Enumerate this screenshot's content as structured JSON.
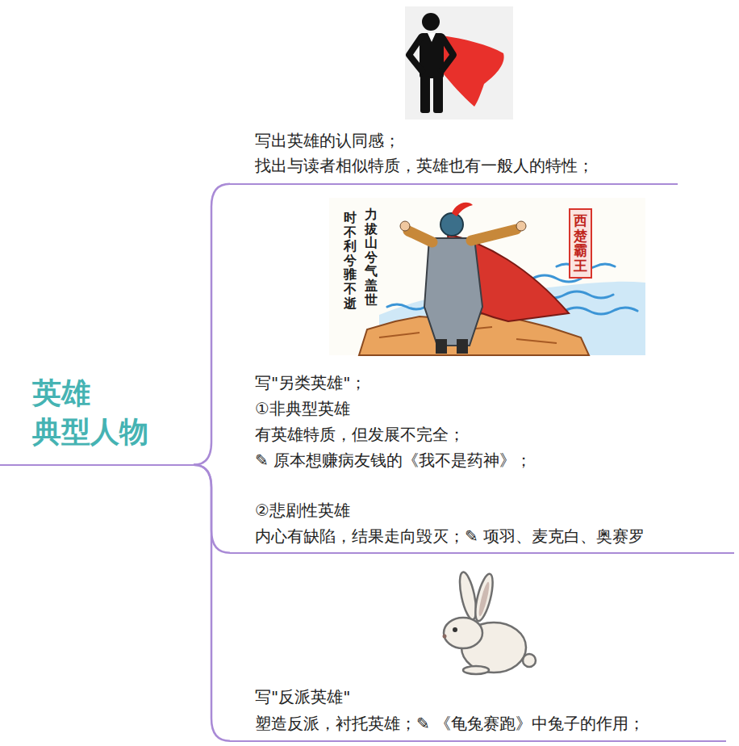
{
  "diagram": {
    "nodes": [
      {
        "text": [
          "英雄 典型人物"
        ]
      },
      {
        "text": [
          "写出英雄的认同感；",
          "找出与读者相似特质，英雄也有一般人的特性；"
        ]
      },
      {
        "text": [
          "写\"另类英雄\"；",
          "①非典型英雄",
          "有英雄特质，但发展不完全；",
          "✎ 原本想赚病友钱的《我不是药神》；",
          "②悲剧性英雄",
          "内心有缺陷，结果走向毁灭；✎ 项羽、麦克白、奥赛罗"
        ]
      },
      {
        "text": [
          "写\"反派英雄\"",
          "塑造反派，衬托英雄；✎ 《龟兔赛跑》中兔子的作用；"
        ]
      }
    ],
    "edges": [
      {
        "from": 0,
        "to": 1,
        "arrow": "none"
      },
      {
        "from": 0,
        "to": 2,
        "arrow": "none"
      },
      {
        "from": 0,
        "to": 3,
        "arrow": "none"
      }
    ],
    "labels": [
      "力拔山兮气盖世",
      "时不利兮骓不逝",
      "西楚霸王"
    ]
  }
}
